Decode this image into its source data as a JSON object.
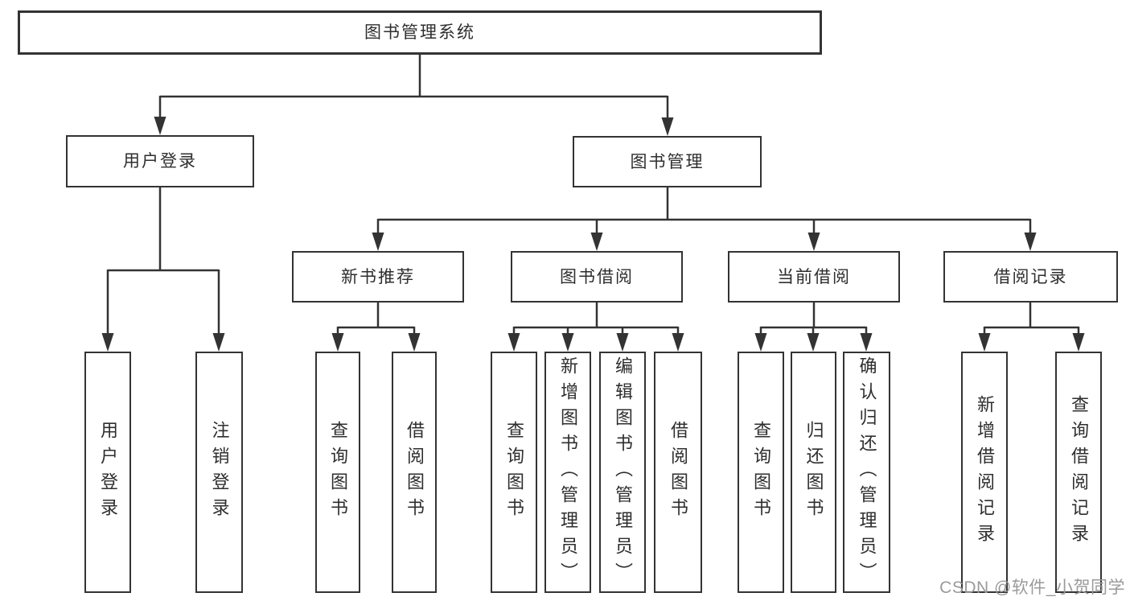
{
  "colors": {
    "line": "#333333",
    "text": "#2e2e2e",
    "box_background": "#ffffff",
    "background": "#ffffff",
    "watermark": "#9a9a9a"
  },
  "diagram": {
    "root": {
      "label": "图书管理系统"
    },
    "level2": [
      {
        "label": "用户登录"
      },
      {
        "label": "图书管理"
      }
    ],
    "level3": [
      {
        "label": "新书推荐"
      },
      {
        "label": "图书借阅"
      },
      {
        "label": "当前借阅"
      },
      {
        "label": "借阅记录"
      }
    ],
    "level4": [
      {
        "label": "用户登录"
      },
      {
        "label": "注销登录"
      },
      {
        "label": "查询图书"
      },
      {
        "label": "借阅图书"
      },
      {
        "label": "查询图书"
      },
      {
        "label": "新增图书（管理员）"
      },
      {
        "label": "编辑图书（管理员）"
      },
      {
        "label": "借阅图书"
      },
      {
        "label": "查询图书"
      },
      {
        "label": "归还图书"
      },
      {
        "label": "确认归还（管理员）"
      },
      {
        "label": "新增借阅记录"
      },
      {
        "label": "查询借阅记录"
      }
    ]
  },
  "watermark": {
    "text": "CSDN @软件_小贺同学"
  }
}
